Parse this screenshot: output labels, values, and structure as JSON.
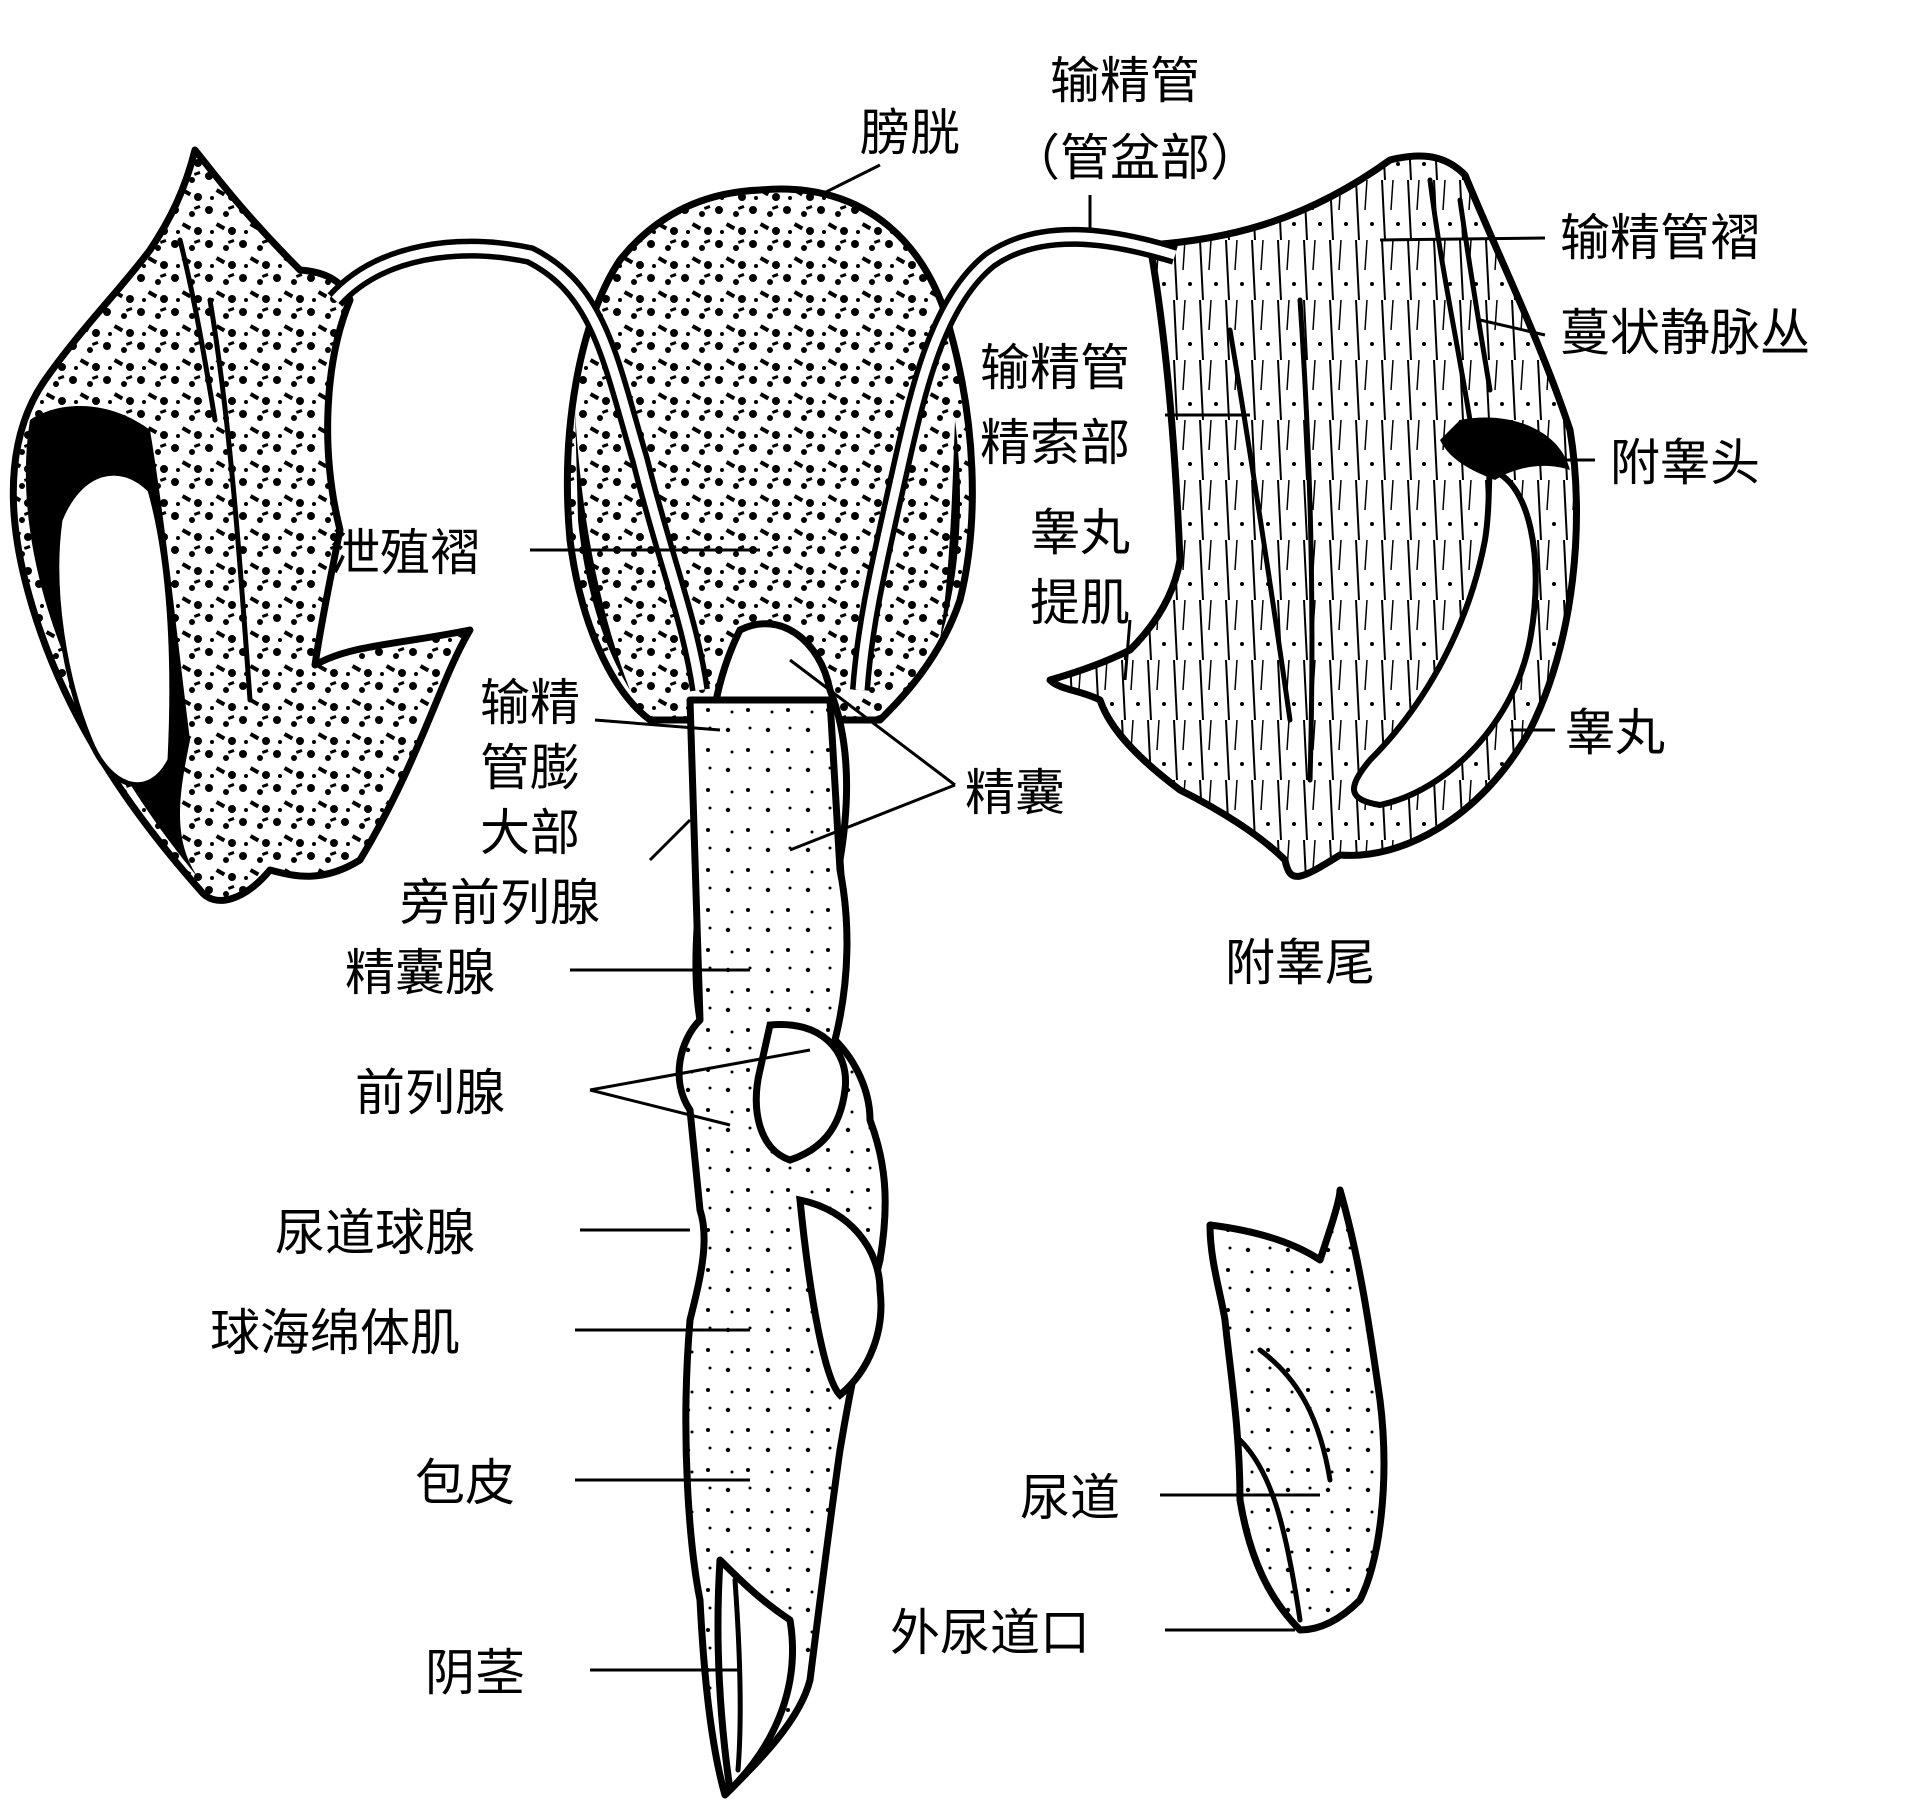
{
  "labels": {
    "bladder": "膀胱",
    "ductus_pelvic_1": "输精管",
    "ductus_pelvic_2": "（管盆部）",
    "ductus_fold": "输精管褶",
    "pampiniform": "蔓状静脉丛",
    "ductus_cord_1": "输精管",
    "ductus_cord_2": "精索部",
    "epididymis_head": "附睾头",
    "genital_fold": "泄殖褶",
    "cremaster_1": "睾丸",
    "cremaster_2": "提肌",
    "ampulla_1": "输精",
    "ampulla_2": "管膨",
    "ampulla_3": "大部",
    "testis": "睾丸",
    "seminal_vesicle": "精囊",
    "paraprostatic": "旁前列腺",
    "seminal_gland": "精囊腺",
    "epididymis_tail": "附睾尾",
    "prostate": "前列腺",
    "bulbourethral": "尿道球腺",
    "bulbospongiosus": "球海绵体肌",
    "prepuce": "包皮",
    "urethra": "尿道",
    "external_orifice": "外尿道口",
    "penis": "阴茎"
  },
  "colors": {
    "ink": "#000000",
    "paper": "#ffffff"
  }
}
